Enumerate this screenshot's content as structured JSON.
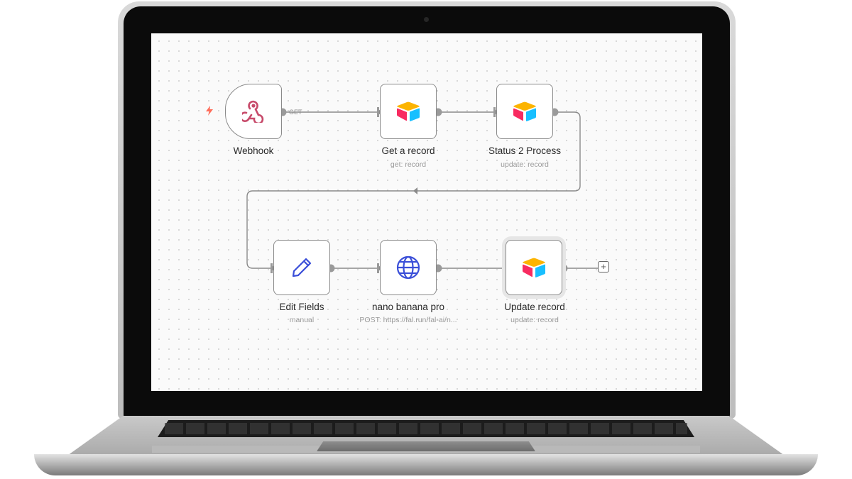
{
  "workflow": {
    "nodes": [
      {
        "id": "webhook",
        "title": "Webhook",
        "subtitle": "",
        "icon": "webhook-icon"
      },
      {
        "id": "get-record",
        "title": "Get a record",
        "subtitle": "get: record",
        "icon": "airtable-icon"
      },
      {
        "id": "status-process",
        "title": "Status 2 Process",
        "subtitle": "update: record",
        "icon": "airtable-icon"
      },
      {
        "id": "edit-fields",
        "title": "Edit Fields",
        "subtitle": "manual",
        "icon": "pencil-icon"
      },
      {
        "id": "nano-banana",
        "title": "nano banana pro",
        "subtitle": "POST: https://fal.run/fal-ai/n...",
        "icon": "globe-icon"
      },
      {
        "id": "update-record",
        "title": "Update record",
        "subtitle": "update: record",
        "icon": "airtable-icon"
      }
    ],
    "edge_label": "GET",
    "add_button": "+"
  },
  "colors": {
    "canvas": "#fafafa",
    "node_border": "#8a8a8a",
    "connector": "#8a8a8a",
    "trigger_bolt": "#ff6d5a",
    "webhook_icon": "#c74a6a",
    "globe_icon": "#3b4fd8",
    "pencil_icon": "#3b4fd8",
    "airtable_yellow": "#fcb400",
    "airtable_blue": "#18bfff",
    "airtable_red": "#f82b60"
  }
}
